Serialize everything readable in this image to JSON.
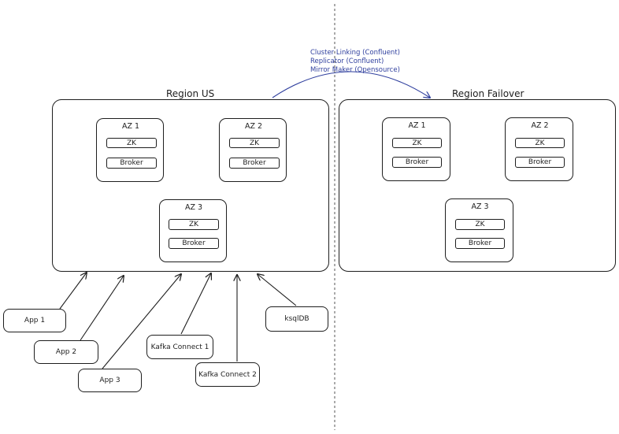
{
  "replication_note": [
    "Cluster Linking (Confluent)",
    "Replicator (Confluent)",
    "Mirror Maker (Opensource)"
  ],
  "regions": [
    {
      "title": "Region US",
      "azs": [
        {
          "name": "AZ 1",
          "zk": "ZK",
          "broker": "Broker"
        },
        {
          "name": "AZ 2",
          "zk": "ZK",
          "broker": "Broker"
        },
        {
          "name": "AZ 3",
          "zk": "ZK",
          "broker": "Broker"
        }
      ]
    },
    {
      "title": "Region Failover",
      "azs": [
        {
          "name": "AZ 1",
          "zk": "ZK",
          "broker": "Broker"
        },
        {
          "name": "AZ 2",
          "zk": "ZK",
          "broker": "Broker"
        },
        {
          "name": "AZ 3",
          "zk": "ZK",
          "broker": "Broker"
        }
      ]
    }
  ],
  "clients": [
    "App 1",
    "App 2",
    "App 3",
    "Kafka Connect 1",
    "Kafka Connect 2",
    "ksqlDB"
  ],
  "colors": {
    "stroke": "#1e1e1e",
    "note": "#2f3f9e"
  }
}
